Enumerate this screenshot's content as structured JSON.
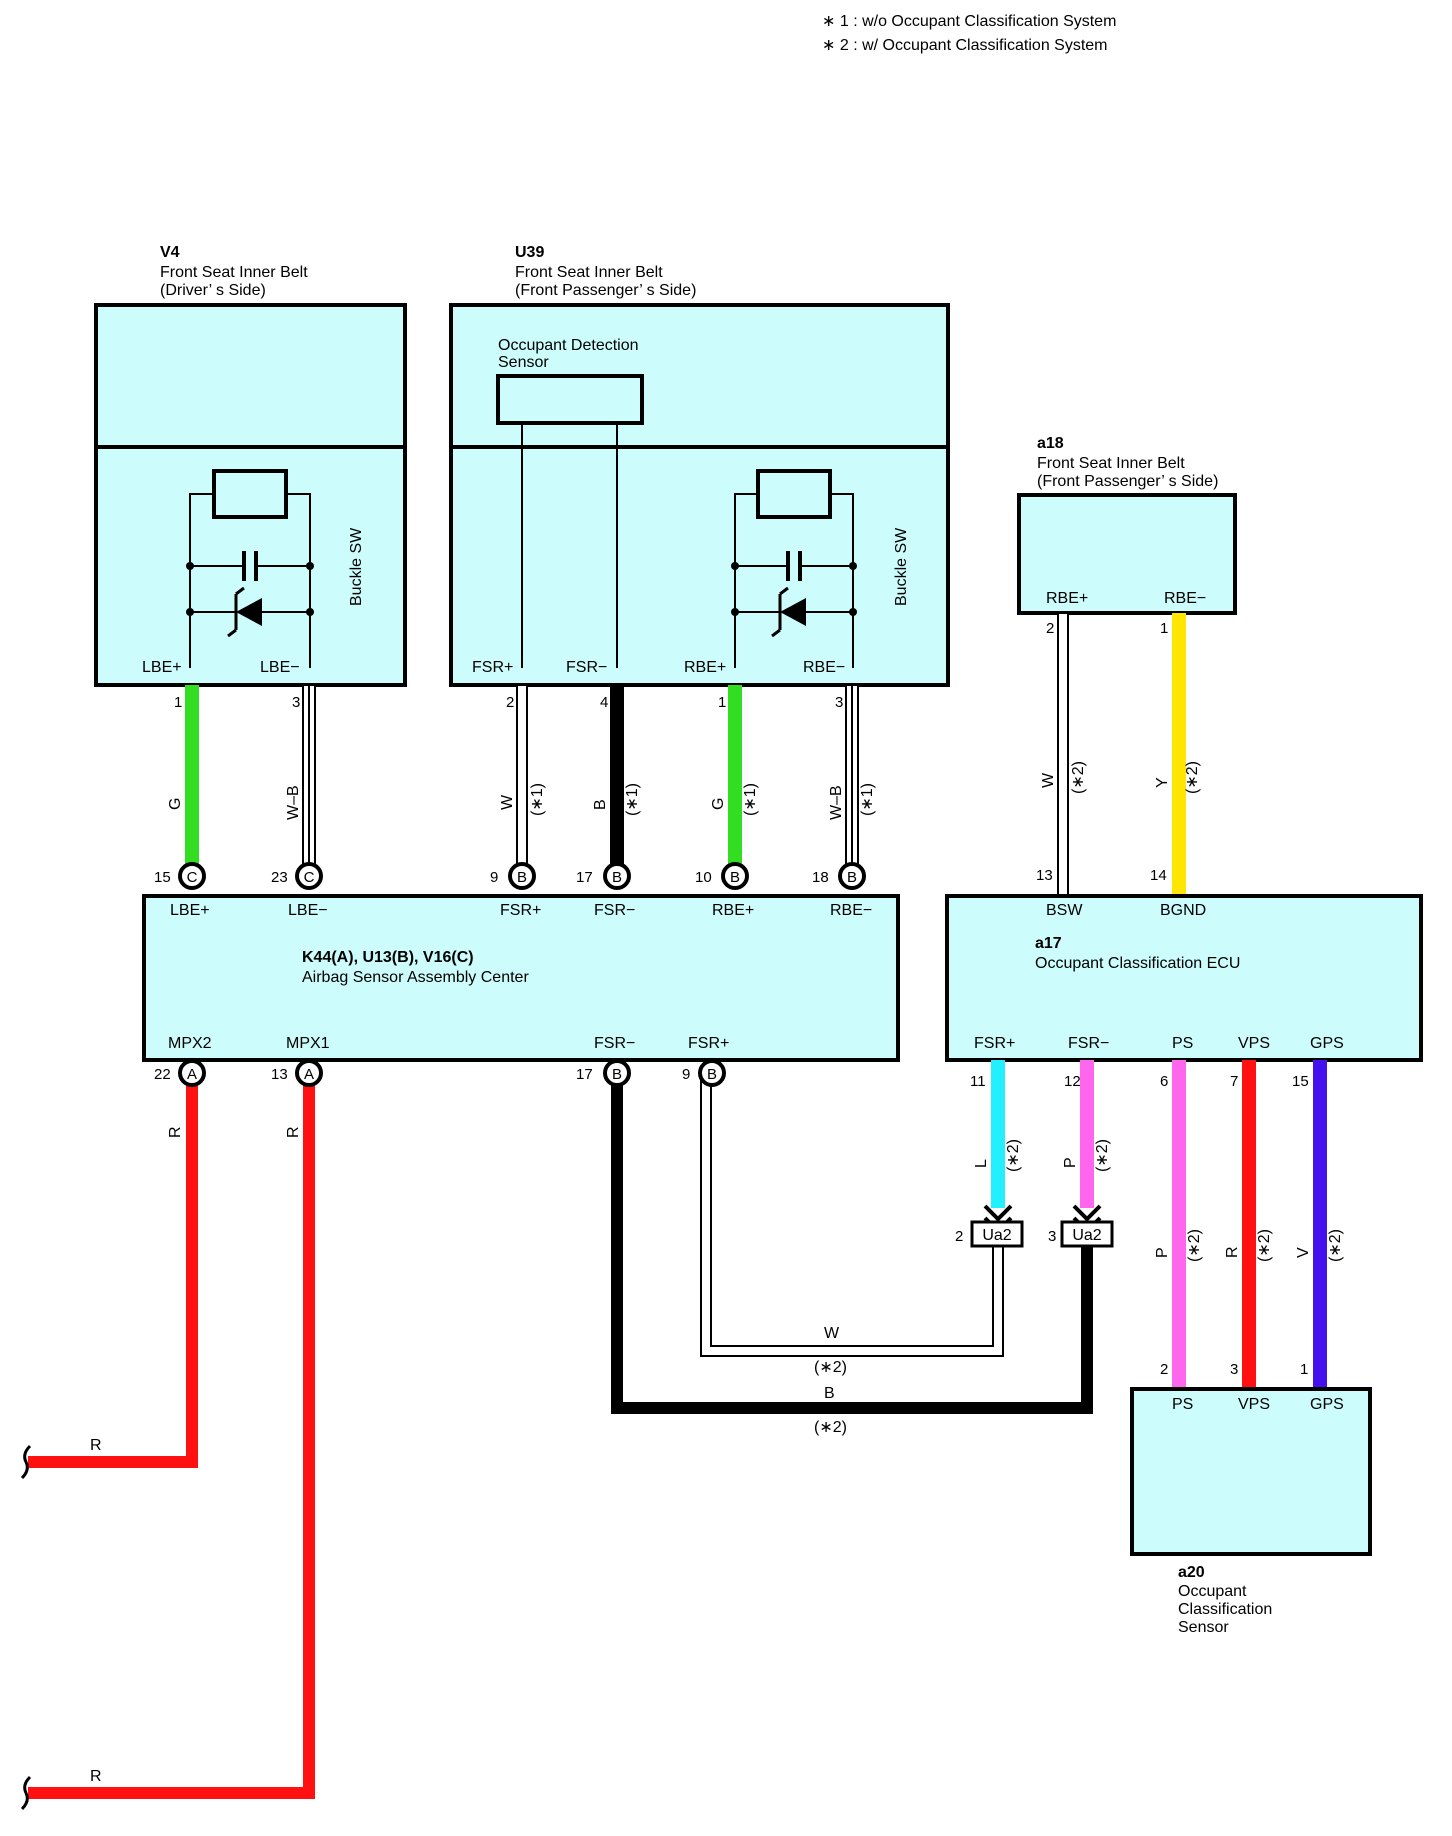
{
  "notes": {
    "n1": "∗ 1 : w/o Occupant Classification System",
    "n2": "∗ 2 : w/ Occupant Classification System"
  },
  "components": {
    "v4": {
      "code": "V4",
      "line1": "Front Seat Inner Belt",
      "line2": "(Driver’ s Side)",
      "buckle": "Buckle SW",
      "pin_l": "LBE+",
      "pin_r": "LBE−"
    },
    "u39": {
      "code": "U39",
      "line1": "Front Seat Inner Belt",
      "line2": "(Front Passenger’ s Side)",
      "sensor1": "Occupant Detection",
      "sensor2": "Sensor",
      "buckle": "Buckle SW",
      "pins": [
        "FSR+",
        "FSR−",
        "RBE+",
        "RBE−"
      ]
    },
    "a18": {
      "code": "a18",
      "line1": "Front Seat Inner Belt",
      "line2": "(Front Passenger’ s Side)",
      "pins": [
        "RBE+",
        "RBE−"
      ]
    },
    "k44": {
      "code": "K44(A), U13(B), V16(C)",
      "name": "Airbag Sensor Assembly Center",
      "top_pins": [
        "LBE+",
        "LBE−",
        "FSR+",
        "FSR−",
        "RBE+",
        "RBE−"
      ],
      "bottom_pins": [
        "MPX2",
        "MPX1",
        "FSR−",
        "FSR+"
      ]
    },
    "a17": {
      "code": "a17",
      "name": "Occupant Classification ECU",
      "top_pins": [
        "BSW",
        "BGND"
      ],
      "bottom_pins": [
        "FSR+",
        "FSR−",
        "PS",
        "VPS",
        "GPS"
      ]
    },
    "a20": {
      "code": "a20",
      "line1": "Occupant",
      "line2": "Classification",
      "line3": "Sensor",
      "pins": [
        "PS",
        "VPS",
        "GPS"
      ]
    }
  },
  "wires": {
    "v4_1": {
      "num": "1",
      "color_code": "G",
      "end_num": "15",
      "conn": "C",
      "hex": "#33dd22"
    },
    "v4_3": {
      "num": "3",
      "color_code": "W–B",
      "end_num": "23",
      "conn": "C"
    },
    "u39_2": {
      "num": "2",
      "color_code": "W",
      "note": "(∗1)",
      "end_num": "9",
      "conn": "B"
    },
    "u39_4": {
      "num": "4",
      "color_code": "B",
      "note": "(∗1)",
      "end_num": "17",
      "conn": "B"
    },
    "u39_1": {
      "num": "1",
      "color_code": "G",
      "note": "(∗1)",
      "end_num": "10",
      "conn": "B",
      "hex": "#33dd22"
    },
    "u39_3": {
      "num": "3",
      "color_code": "W–B",
      "note": "(∗1)",
      "end_num": "18",
      "conn": "B"
    },
    "a18_2": {
      "num": "2",
      "color_code": "W",
      "note": "(∗2)",
      "end_num": "13"
    },
    "a18_1": {
      "num": "1",
      "color_code": "Y",
      "note": "(∗2)",
      "end_num": "14",
      "hex": "#ffe600"
    },
    "mpx2": {
      "num": "22",
      "conn": "A",
      "color_code": "R",
      "end_label": "R",
      "hex": "#ff1111"
    },
    "mpx1": {
      "num": "13",
      "conn": "A",
      "color_code": "R",
      "end_label": "R"
    },
    "fsrm": {
      "num": "17",
      "conn": "B",
      "color_code": "B",
      "note": "(∗2)"
    },
    "fsrp": {
      "num": "9",
      "conn": "B",
      "color_code": "W",
      "note": "(∗2)"
    },
    "a17_11": {
      "num": "11",
      "color_code": "L",
      "note": "(∗2)",
      "hex": "#22f0ff"
    },
    "a17_12": {
      "num": "12",
      "color_code": "P",
      "note": "(∗2)",
      "hex": "#ff66ee"
    },
    "a17_6": {
      "num": "6",
      "color_code": "P",
      "note": "(∗2)",
      "end_num": "2"
    },
    "a17_7": {
      "num": "7",
      "color_code": "R",
      "note": "(∗2)",
      "end_num": "3"
    },
    "a17_15": {
      "num": "15",
      "color_code": "V",
      "note": "(∗2)",
      "end_num": "1",
      "hex": "#4411ee"
    }
  },
  "connectors": {
    "ua2_a": {
      "num": "2",
      "label": "Ua2"
    },
    "ua2_b": {
      "num": "3",
      "label": "Ua2"
    }
  }
}
